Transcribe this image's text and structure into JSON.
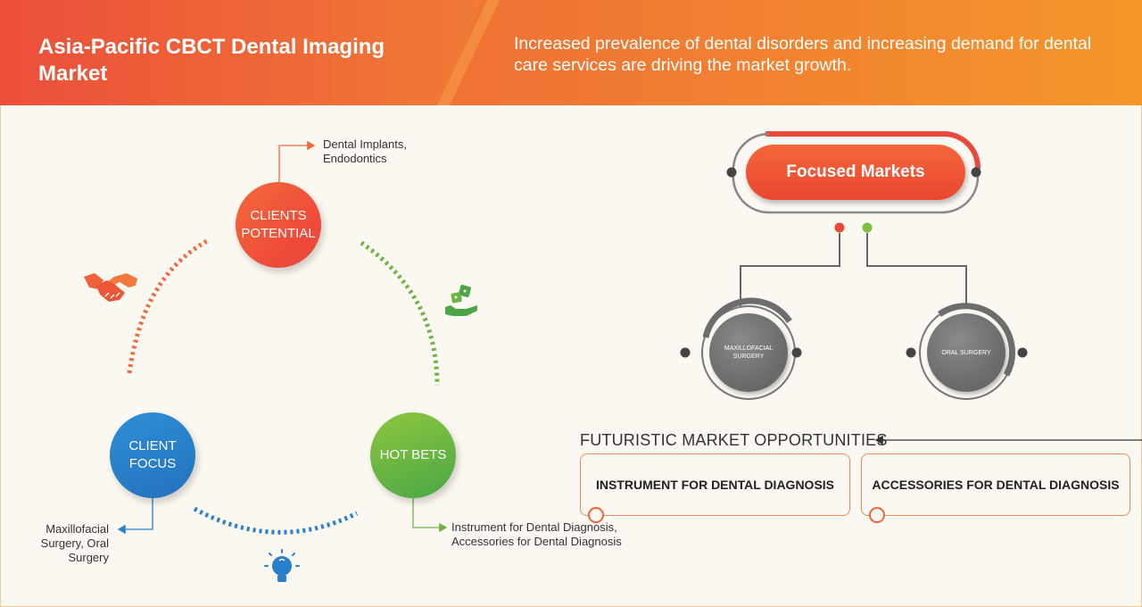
{
  "header": {
    "title": "Asia-Pacific CBCT Dental Imaging Market",
    "description": "Increased prevalence of dental disorders and increasing demand for dental care services are driving the market growth."
  },
  "cycle": {
    "clients_potential": {
      "label": "CLIENTS POTENTIAL",
      "detail": "Dental Implants, Endodontics"
    },
    "client_focus": {
      "label": "CLIENT FOCUS",
      "detail": "Maxillofacial Surgery, Oral Surgery"
    },
    "hot_bets": {
      "label": "HOT BETS",
      "detail": "Instrument for Dental Diagnosis, Accessories for Dental Diagnosis"
    },
    "icons": [
      "handshake-icon",
      "dice-hand-icon",
      "lightbulb-icon"
    ]
  },
  "focused_markets": {
    "title": "Focused Markets",
    "items": [
      "MAXILLOFACIAL SURGERY",
      "ORAL SURGERY"
    ]
  },
  "futuristic": {
    "title": "FUTURISTIC MARKET OPPORTUNITIES",
    "items": [
      "INSTRUMENT FOR DENTAL DIAGNOSIS",
      "ACCESSORIES FOR DENTAL DIAGNOSIS"
    ]
  },
  "colors": {
    "orange": "#f0603a",
    "blue": "#2a7fcb",
    "green": "#6ab443",
    "gray": "#6f6f6f",
    "accent_red": "#e8493a",
    "accent_green": "#7cc142"
  }
}
